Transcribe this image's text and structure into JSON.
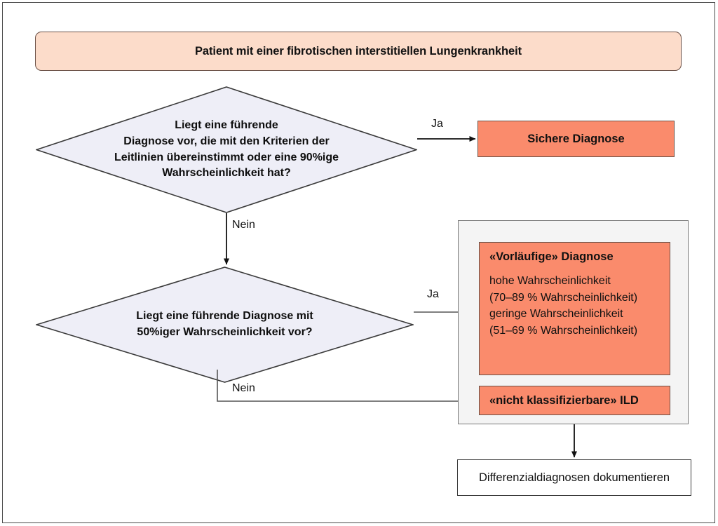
{
  "diagram": {
    "type": "flowchart",
    "language": "de",
    "title_box": {
      "label": "Patient mit einer fibrotischen interstitiellen Lungenkrankheit"
    },
    "decisions": [
      {
        "id": "decision-1",
        "lines": [
          "Liegt eine führende",
          "Diagnose vor, die mit den Kriterien der",
          "Leitlinien übereinstimmt oder eine 90%ige",
          "Wahrscheinlichkeit hat?"
        ],
        "yes_label": "Ja",
        "no_label": "Nein"
      },
      {
        "id": "decision-2",
        "lines": [
          "Liegt eine führende Diagnose mit",
          "50%iger Wahrscheinlichkeit vor?"
        ],
        "yes_label": "Ja",
        "no_label": "Nein"
      }
    ],
    "outcomes": {
      "sichere": {
        "label": "Sichere Diagnose"
      },
      "vorlaeufige": {
        "title": "«Vorläufige» Diagnose",
        "lines": [
          "hohe Wahrscheinlichkeit",
          "(70–89 % Wahrscheinlichkeit)",
          "geringe Wahrscheinlichkeit",
          "(51–69 % Wahrscheinlichkeit)"
        ]
      },
      "ild": {
        "label": "«nicht klassifizierbare» ILD"
      },
      "documentation": {
        "label": "Differenzialdiagnosen dokumentieren"
      }
    },
    "colors": {
      "header_fill": "#fcdcca",
      "outcome_fill": "#fa8b6c",
      "decision_fill": "#eeeef7",
      "panel_fill": "#f4f4f4",
      "stroke_dark": "#3a3a3a",
      "stroke_brown": "#6b5147",
      "frame": "#4a4a4a"
    }
  }
}
